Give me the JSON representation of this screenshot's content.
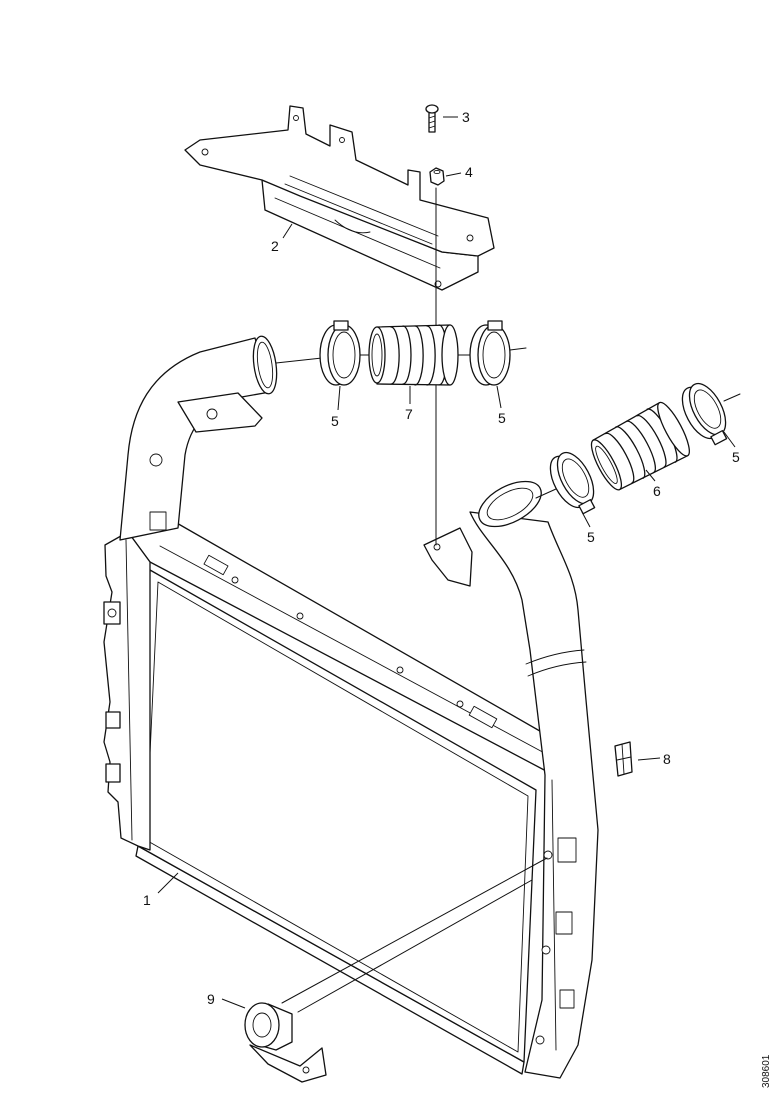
{
  "callouts": [
    "3",
    "4",
    "2",
    "5",
    "7",
    "5",
    "5",
    "6",
    "5",
    "8",
    "1",
    "9"
  ],
  "drawing_number": "308601",
  "colors": {
    "line": "#111111",
    "background": "#ffffff"
  }
}
